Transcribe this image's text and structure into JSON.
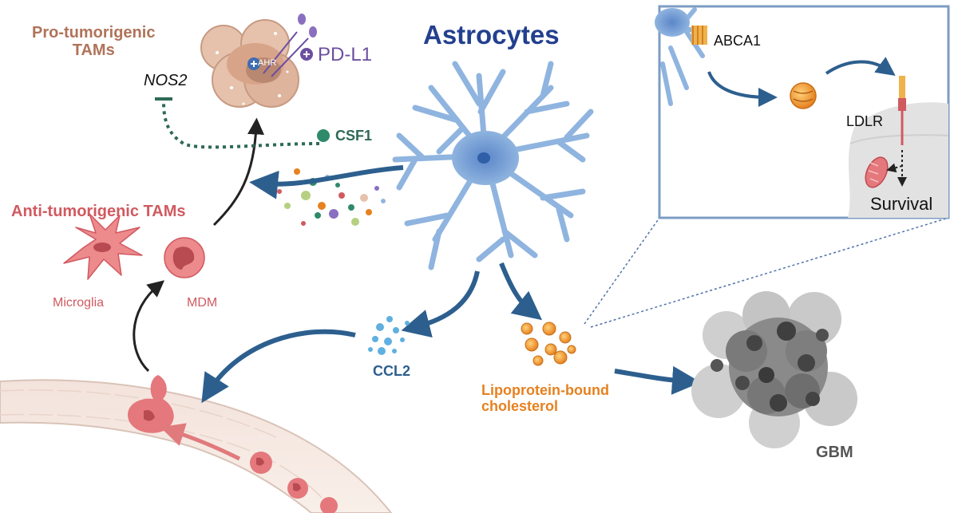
{
  "labels": {
    "astrocytes": "Astrocytes",
    "pro_tumorigenic_line1": "Pro-tumorigenic",
    "pro_tumorigenic_line2": "TAMs",
    "nos2": "NOS2",
    "pd_l1": "PD-L1",
    "ahr": "AHR",
    "csf1": "CSF1",
    "anti_tumorigenic": "Anti-tumorigenic TAMs",
    "microglia": "Microglia",
    "mdm": "MDM",
    "ccl2": "CCL2",
    "lipoprotein_line1": "Lipoprotein-bound",
    "lipoprotein_line2": "cholesterol",
    "gbm": "GBM",
    "abca1": "ABCA1",
    "ldlr": "LDLR",
    "survival": "Survival"
  },
  "colors": {
    "arrow_blue": "#2d5f8e",
    "astrocyte_blue": "#8fb4df",
    "anti_red": "#d05a60",
    "pro_brown": "#b0735a",
    "pdl1_purple": "#6c4fa0",
    "csf1_green": "#2f6a55",
    "cholesterol_orange": "#e6811f",
    "gbm_gray": "#777777",
    "inset_border": "#7d9cc4"
  },
  "icons": [
    "astrocyte-cell-icon",
    "pro-tumorigenic-tam-icon",
    "pd-l1-receptor-icon",
    "microglia-icon",
    "mdm-icon",
    "blood-vessel-icon",
    "ccl2-particles-icon",
    "cholesterol-particles-icon",
    "gbm-tumor-icon",
    "mitochondrion-icon",
    "ldlr-receptor-icon",
    "lipoprotein-icon"
  ]
}
